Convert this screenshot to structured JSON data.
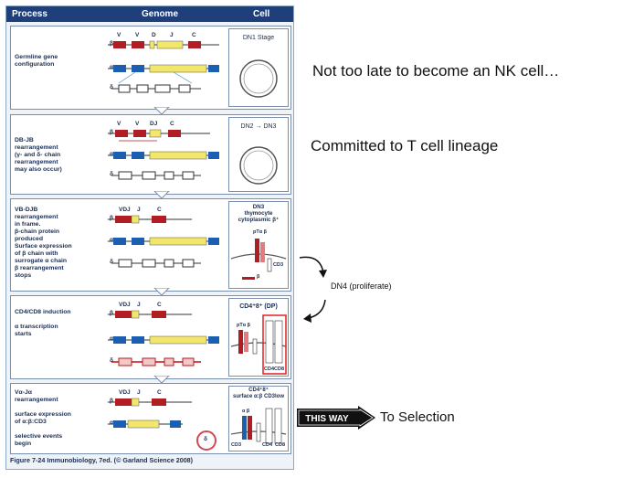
{
  "figure": {
    "headers": {
      "process": "Process",
      "genome": "Genome",
      "cell": "Cell"
    },
    "rows": [
      {
        "process": "Germline gene\nconfiguration",
        "cell_label": "DN1 Stage"
      },
      {
        "process": "DB-JB\nrearrangement\n(γ- and δ- chain\nrearrangement\nmay also occur)",
        "cell_label": "DN2 → DN3"
      },
      {
        "process": "VB-DJB\nrearrangement\nin frame.\nβ-chain protein\nproduced\nSurface expression\nof β chain with\nsurrogate α chain\n  β rearrangement\n  stops",
        "cell_label": "DN3\nthymocyte\ncytoplasmic β⁺"
      },
      {
        "process": "CD4/CD8 induction\n\nα transcription\nstarts",
        "cell_label": "CD4⁺8⁺ (DP)"
      },
      {
        "process": "Vα-Jα\nrearrangement\n\n  surface expression\n  of α:β:CD3\n\n  selective events\n  begin",
        "cell_label": "CD4⁺8⁺\nsurface α:β CD3low"
      }
    ],
    "gene_labels": {
      "beta": "β",
      "alpha": "α",
      "delta": "δ",
      "v": "V",
      "d": "D",
      "j": "J",
      "c": "C",
      "dj": "DJ",
      "vdj": "VDJ"
    },
    "cell_marks": {
      "pta": "pTα",
      "beta": "β",
      "cd3": "CD3",
      "cd4": "CD4",
      "cd8": "CD8",
      "ab": "α β",
      "pta_beta": "pTα β",
      "cd4cd8": "CD4CD8"
    },
    "caption": "Figure 7-24 Immunobiology, 7ed. (© Garland Science 2008)"
  },
  "notes": {
    "nk": "Not too late to become an NK cell…",
    "committed": "Committed to T cell lineage",
    "dn4": "DN4 (proliferate)",
    "selection": "To Selection"
  },
  "sign": {
    "text": "THIS WAY"
  },
  "colors": {
    "header": "#1f3f7a",
    "beta": "#b01e23",
    "alpha": "#1c5fb0",
    "yellow": "#f2e66b",
    "delta_bg": "#ffffff",
    "highlight": "#e02020"
  }
}
